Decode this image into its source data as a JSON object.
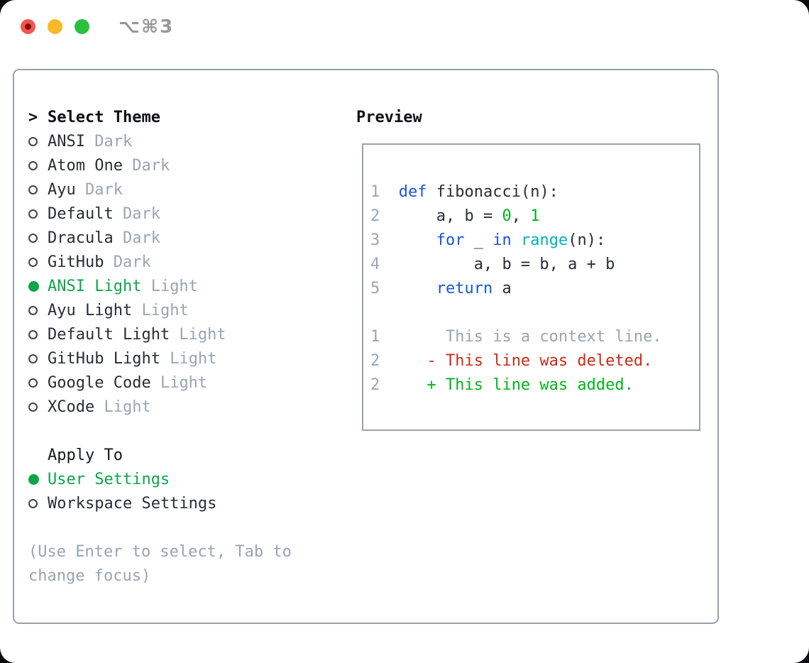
{
  "colors": {
    "ui_green": "#0ea64a",
    "code_green": "#00b41d",
    "keyword_blue": "#1c55d8",
    "builtin_cyan": "#00b2c2",
    "deleted_red": "#cd2a17",
    "muted_gray": "#9aa5b2",
    "text_dark": "#282e36",
    "border_gray": "#99a1ad",
    "traffic_red": "#f4544d",
    "traffic_red_dot": "#7d1508",
    "traffic_yellow": "#fcb827",
    "traffic_green": "#2ac03c"
  },
  "titlebar": {
    "title": "⌥⌘3"
  },
  "left": {
    "header_prefix": ">",
    "header": "Select Theme",
    "themes": [
      {
        "name": "ANSI",
        "tag": "Dark",
        "selected": false
      },
      {
        "name": "Atom One",
        "tag": "Dark",
        "selected": false
      },
      {
        "name": "Ayu",
        "tag": "Dark",
        "selected": false
      },
      {
        "name": "Default",
        "tag": "Dark",
        "selected": false
      },
      {
        "name": "Dracula",
        "tag": "Dark",
        "selected": false
      },
      {
        "name": "GitHub",
        "tag": "Dark",
        "selected": false
      },
      {
        "name": "ANSI Light",
        "tag": "Light",
        "selected": true
      },
      {
        "name": "Ayu Light",
        "tag": "Light",
        "selected": false
      },
      {
        "name": "Default Light",
        "tag": "Light",
        "selected": false
      },
      {
        "name": "GitHub Light",
        "tag": "Light",
        "selected": false
      },
      {
        "name": "Google Code",
        "tag": "Light",
        "selected": false
      },
      {
        "name": "XCode",
        "tag": "Light",
        "selected": false
      }
    ],
    "apply_to": {
      "label": "Apply To",
      "options": [
        {
          "label": "User Settings",
          "selected": true
        },
        {
          "label": "Workspace Settings",
          "selected": false
        }
      ]
    },
    "hint_lines": [
      "(Use Enter to select, Tab to",
      "change focus)"
    ]
  },
  "preview": {
    "label": "Preview",
    "lines": [
      {
        "name": "code-line-1",
        "segs": [
          {
            "t": "1  ",
            "c": "ln"
          },
          {
            "t": "def",
            "c": "kw"
          },
          {
            "t": " fibonacci(n):",
            "c": "tx"
          }
        ]
      },
      {
        "name": "code-line-2",
        "segs": [
          {
            "t": "2  ",
            "c": "ln"
          },
          {
            "t": "    a, b = ",
            "c": "tx"
          },
          {
            "t": "0",
            "c": "num"
          },
          {
            "t": ", ",
            "c": "tx"
          },
          {
            "t": "1",
            "c": "num"
          }
        ]
      },
      {
        "name": "code-line-3",
        "segs": [
          {
            "t": "3  ",
            "c": "ln"
          },
          {
            "t": "    ",
            "c": "tx"
          },
          {
            "t": "for",
            "c": "kw"
          },
          {
            "t": " _ ",
            "c": "tx"
          },
          {
            "t": "in",
            "c": "kw"
          },
          {
            "t": " ",
            "c": "tx"
          },
          {
            "t": "range",
            "c": "fn"
          },
          {
            "t": "(n):",
            "c": "tx"
          }
        ]
      },
      {
        "name": "code-line-4",
        "segs": [
          {
            "t": "4  ",
            "c": "ln"
          },
          {
            "t": "        a, b = b, a + b",
            "c": "tx"
          }
        ]
      },
      {
        "name": "code-line-5",
        "segs": [
          {
            "t": "5  ",
            "c": "ln"
          },
          {
            "t": "    ",
            "c": "tx"
          },
          {
            "t": "return",
            "c": "kw"
          },
          {
            "t": " a",
            "c": "tx"
          }
        ]
      },
      {
        "name": "blank-line",
        "segs": []
      },
      {
        "name": "diff-context-line",
        "segs": [
          {
            "t": "1       ",
            "c": "ln"
          },
          {
            "t": "This is a context line.",
            "c": "ctx"
          }
        ]
      },
      {
        "name": "diff-deleted-line",
        "segs": [
          {
            "t": "2     ",
            "c": "ln"
          },
          {
            "t": "- This line was deleted.",
            "c": "del"
          }
        ]
      },
      {
        "name": "diff-added-line",
        "segs": [
          {
            "t": "2     ",
            "c": "ln"
          },
          {
            "t": "+ This line was added.",
            "c": "add"
          }
        ]
      }
    ]
  }
}
